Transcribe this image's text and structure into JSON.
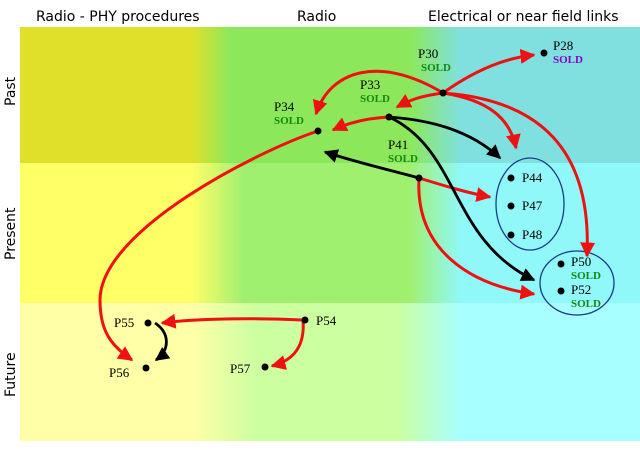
{
  "columns": {
    "radio_phy": "Radio - PHY procedures",
    "radio": "Radio",
    "electrical": "Electrical or near field links"
  },
  "rows": {
    "past": "Past",
    "present": "Present",
    "future": "Future"
  },
  "colors": {
    "yellow_past": "#e0e02a",
    "yellow_present": "#ffff66",
    "yellow_future": "#ffffa8",
    "green_past": "#8ce85a",
    "green_present": "#a0f070",
    "green_future": "#ccffa0",
    "cyan_past": "#80e0e0",
    "cyan_present": "#90f8f8",
    "cyan_future": "#a8ffff",
    "red_arrow": "#ee1111",
    "black_arrow": "#000000",
    "sold_green": "#118811",
    "sold_purple": "#8800cc",
    "group_stroke": "#1a3a88"
  },
  "nodes": {
    "p28": {
      "label": "P28",
      "sold": "SOLD"
    },
    "p30": {
      "label": "P30",
      "sold": "SOLD"
    },
    "p33": {
      "label": "P33",
      "sold": "SOLD"
    },
    "p34": {
      "label": "P34",
      "sold": "SOLD"
    },
    "p41": {
      "label": "P41",
      "sold": "SOLD"
    },
    "p44": {
      "label": "P44"
    },
    "p47": {
      "label": "P47"
    },
    "p48": {
      "label": "P48"
    },
    "p50": {
      "label": "P50",
      "sold": "SOLD"
    },
    "p52": {
      "label": "P52",
      "sold": "SOLD"
    },
    "p54": {
      "label": "P54"
    },
    "p55": {
      "label": "P55"
    },
    "p56": {
      "label": "P56"
    },
    "p57": {
      "label": "P57"
    }
  }
}
